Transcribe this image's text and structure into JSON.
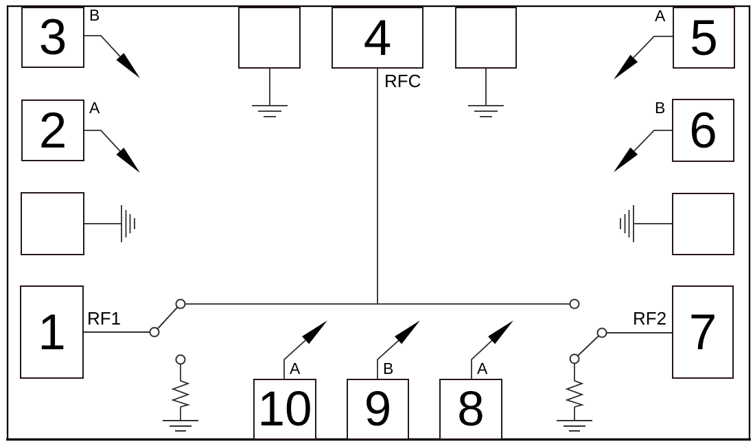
{
  "diagram": {
    "kind": "RF switch functional schematic",
    "pads": {
      "p1": {
        "number": "1"
      },
      "p2": {
        "number": "2",
        "control": "A"
      },
      "p3": {
        "number": "3",
        "control": "B"
      },
      "p4": {
        "number": "4"
      },
      "p5": {
        "number": "5",
        "control": "A"
      },
      "p6": {
        "number": "6",
        "control": "B"
      },
      "p7": {
        "number": "7"
      },
      "p8": {
        "number": "8",
        "control": "A"
      },
      "p9": {
        "number": "9",
        "control": "B"
      },
      "p10": {
        "number": "10",
        "control": "A"
      }
    },
    "signals": {
      "rf1": "RF1",
      "rf2": "RF2",
      "rfc": "RFC"
    },
    "symbols": [
      "ground",
      "side-ground",
      "resistor",
      "switch-contact-circle",
      "control-arrow"
    ],
    "colors": {
      "background": "#ffffff",
      "wire": "#3f3f3f",
      "pad_border": "#241518",
      "text": "#000000",
      "arrow_fill": "#000000",
      "border": "#0a0a0a"
    }
  }
}
